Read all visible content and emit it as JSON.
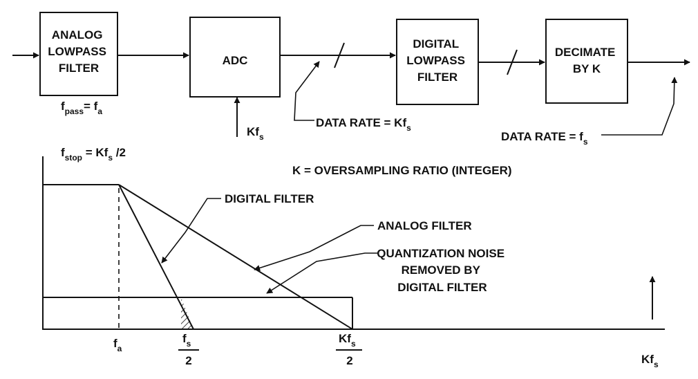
{
  "blocks": {
    "analog_lpf": [
      "ANALOG",
      "LOWPASS",
      "FILTER"
    ],
    "adc": "ADC",
    "digital_lpf": [
      "DIGITAL",
      "LOWPASS",
      "FILTER"
    ],
    "decimate": [
      "DECIMATE",
      "BY K"
    ]
  },
  "labels": {
    "fpass": {
      "main": "f",
      "sub": "pass",
      "rest": "= f",
      "rest_sub": "a"
    },
    "fstop": {
      "main": "f",
      "sub": "stop",
      "rest": " = Kf",
      "rest_sub": "s",
      "tail": " /2"
    },
    "kfs_clock": {
      "main": "Kf",
      "sub": "s"
    },
    "data_rate_kfs": {
      "main": "DATA RATE = Kf",
      "sub": "s"
    },
    "data_rate_fs": {
      "main": "DATA RATE = f",
      "sub": "s"
    },
    "oversampling": "K = OVERSAMPLING RATIO (INTEGER)",
    "digital_filter": "DIGITAL FILTER",
    "analog_filter": "ANALOG FILTER",
    "noise": [
      "QUANTIZATION NOISE",
      "REMOVED BY",
      "DIGITAL FILTER"
    ]
  },
  "axis": {
    "fa": {
      "main": "f",
      "sub": "a"
    },
    "fs_over_2": {
      "num_main": "f",
      "num_sub": "s",
      "den": "2"
    },
    "kfs_over_2": {
      "num_main": "Kf",
      "num_sub": "s",
      "den": "2"
    },
    "kfs": {
      "main": "Kf",
      "sub": "s"
    }
  }
}
